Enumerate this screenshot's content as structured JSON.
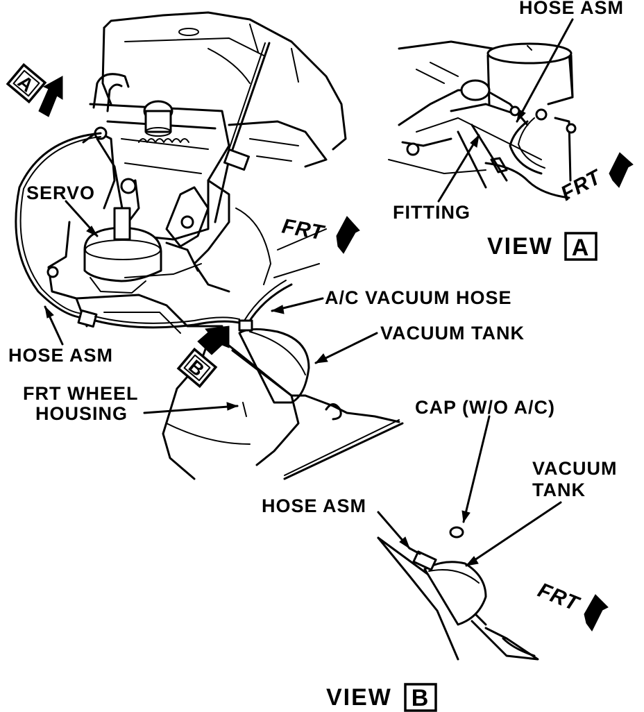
{
  "labels": {
    "hose_asm_top_right": "HOSE ASM",
    "servo": "SERVO",
    "fitting": "FITTING",
    "frt_main": "FRT",
    "frt_view_a": "FRT",
    "frt_view_b": "FRT",
    "view_a": "VIEW",
    "view_a_letter": "A",
    "ac_vacuum_hose": "A/C VACUUM HOSE",
    "vacuum_tank_main": "VACUUM TANK",
    "hose_asm_left": "HOSE ASM",
    "frt_wheel_line1": "FRT WHEEL",
    "frt_wheel_line2": "HOUSING",
    "cap": "CAP (W/O A/C)",
    "vacuum_tank_b_line1": "VACUUM",
    "vacuum_tank_b_line2": "TANK",
    "hose_asm_b": "HOSE ASM",
    "view_b": "VIEW",
    "view_b_letter": "B",
    "callout_a": "A",
    "callout_b": "B"
  }
}
